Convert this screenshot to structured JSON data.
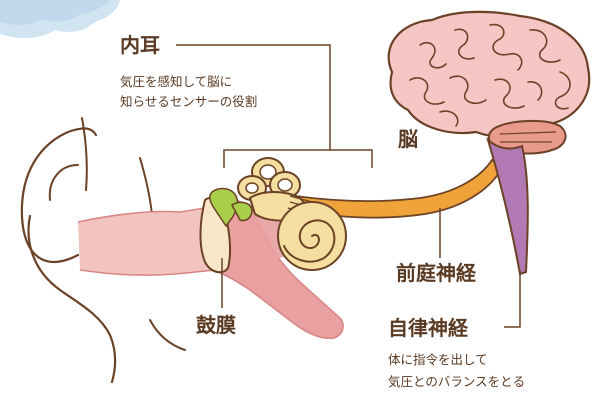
{
  "labels": {
    "inner_ear": {
      "title": "内耳",
      "desc_line1": "気圧を感知して脳に",
      "desc_line2": "知らせるセンサーの役割"
    },
    "brain": "脳",
    "vestibular_nerve": "前庭神経",
    "eardrum": "鼓膜",
    "autonomic_nerve": {
      "title": "自律神経",
      "desc_line1": "体に指令を出して",
      "desc_line2": "気圧とのバランスをとる"
    }
  },
  "colors": {
    "outline": "#6b4226",
    "text": "#5a3a22",
    "skin": "#f2c4c0",
    "canal": "#e8a0a0",
    "canal_dark": "#d98585",
    "cochlea": "#f5dfa0",
    "eardrum": "#f7e7c8",
    "ossicle_green": "#a9cf4a",
    "nerve_orange": "#f0a33a",
    "brain_pink": "#f5c7c4",
    "cerebellum": "#e89a8c",
    "brainstem_purple": "#b27ab4",
    "cloud_blue": "#c9dff0"
  },
  "icons": {
    "corner": "watercolor-cloud"
  }
}
